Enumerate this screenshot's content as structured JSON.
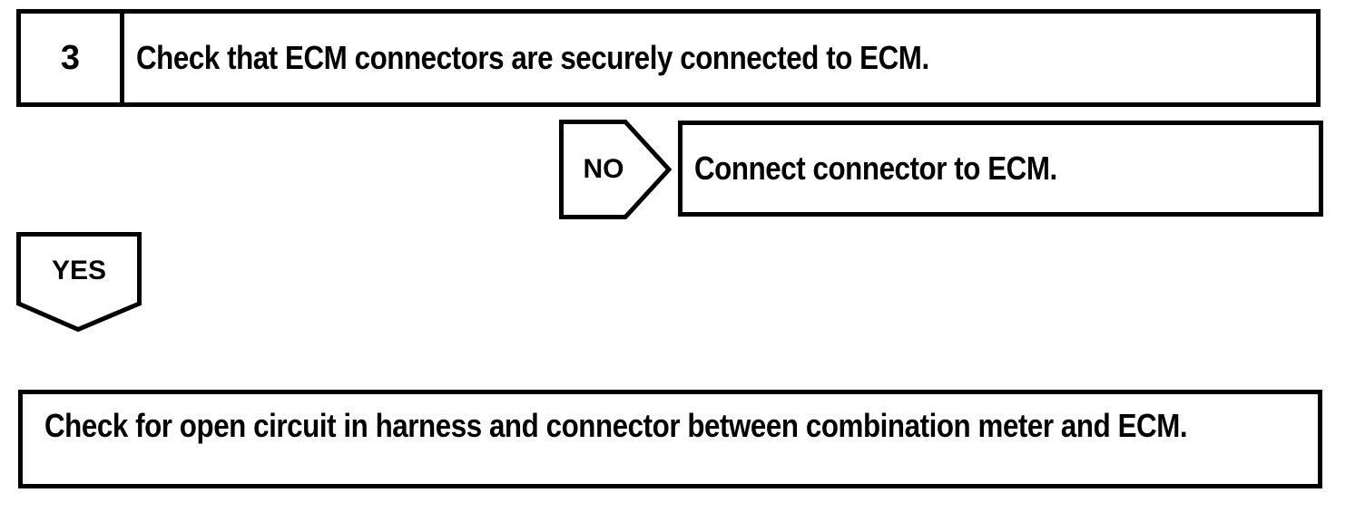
{
  "flowchart": {
    "step_box": {
      "number": "3",
      "instruction": "Check that ECM connectors are securely connected to ECM."
    },
    "no_branch": {
      "label": "NO",
      "action_box": {
        "text": "Connect connector to ECM."
      }
    },
    "yes_branch": {
      "label": "YES"
    },
    "result_box": {
      "text": "Check for open circuit in harness and connector between combination meter and ECM."
    },
    "colors": {
      "ink": "#000000",
      "paper": "#ffffff"
    }
  }
}
